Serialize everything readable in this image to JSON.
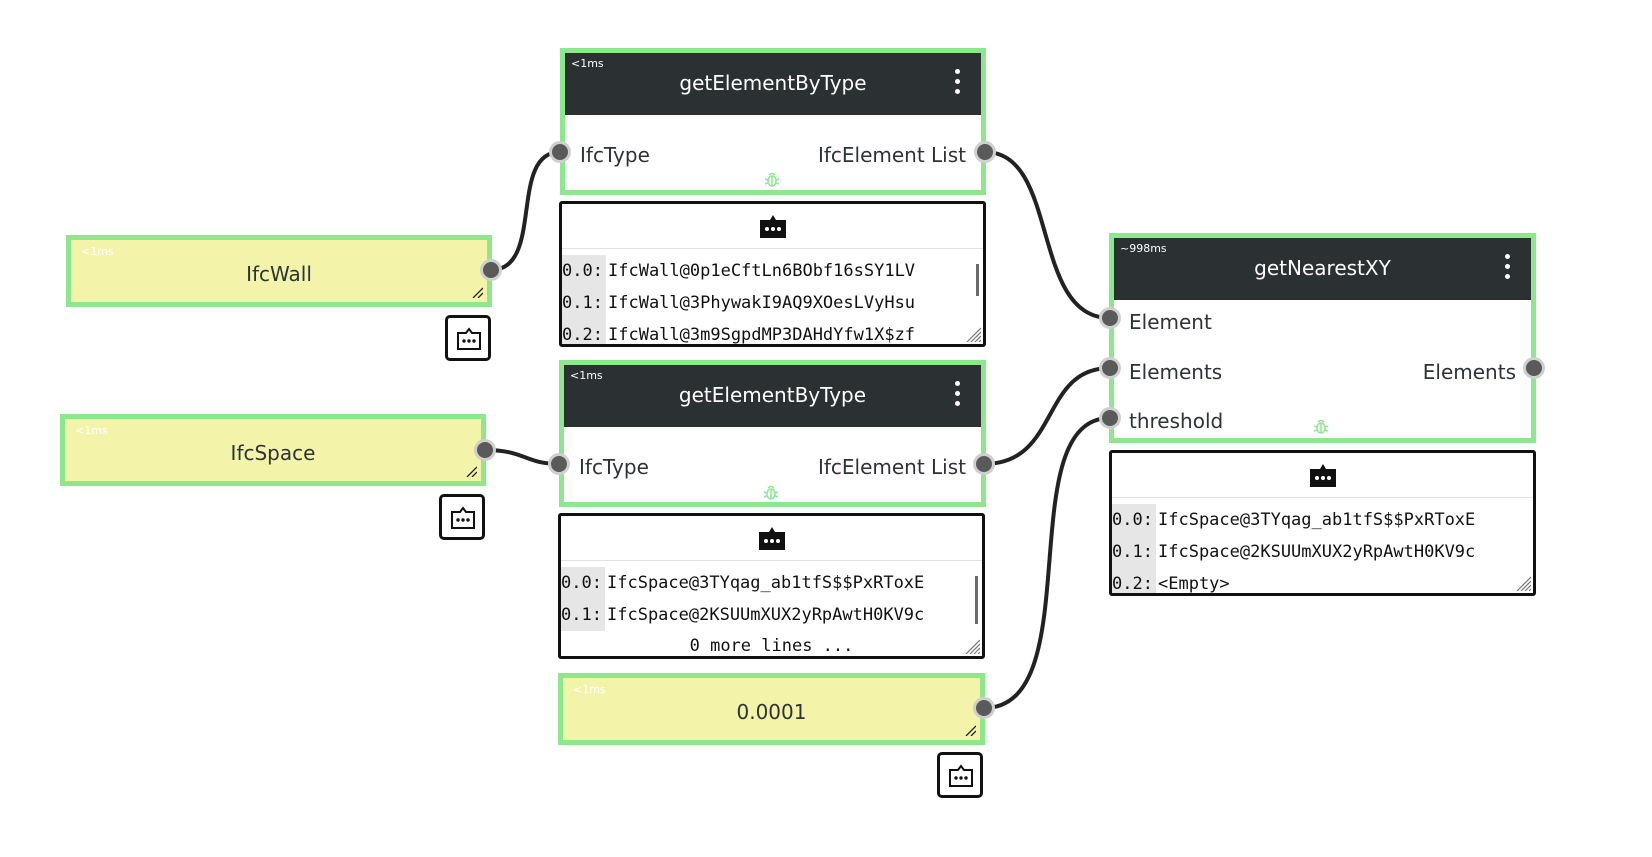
{
  "nodes": {
    "get_walls": {
      "time": "<1ms",
      "title": "getElementByType",
      "input_label": "IfcType",
      "output_label": "IfcElement List"
    },
    "get_spaces": {
      "time": "<1ms",
      "title": "getElementByType",
      "input_label": "IfcType",
      "output_label": "IfcElement List"
    },
    "nearest": {
      "time": "~998ms",
      "title": "getNearestXY",
      "inputs": [
        "Element",
        "Elements",
        "threshold"
      ],
      "output_label": "Elements"
    }
  },
  "inputs": {
    "wall": {
      "time": "<1ms",
      "value": "IfcWall"
    },
    "space": {
      "time": "<1ms",
      "value": "IfcSpace"
    },
    "threshold": {
      "time": "<1ms",
      "value": "0.0001"
    }
  },
  "viewers": {
    "walls": {
      "rows": [
        {
          "idx": "0.0:",
          "text": "IfcWall@0p1eCftLn6BObf16sSY1LV"
        },
        {
          "idx": "0.1:",
          "text": "IfcWall@3PhywakI9AQ9XOesLVyHsu"
        },
        {
          "idx": "0.2:",
          "text": "IfcWall@3m9SgpdMP3DAHdYfw1X$zf"
        }
      ]
    },
    "spaces": {
      "rows": [
        {
          "idx": "0.0:",
          "text": "IfcSpace@3TYqag_ab1tfS$$PxRToxE"
        },
        {
          "idx": "0.1:",
          "text": "IfcSpace@2KSUUmXUX2yRpAwtH0KV9c"
        }
      ],
      "more": "0 more lines ..."
    },
    "nearest": {
      "rows": [
        {
          "idx": "0.0:",
          "text": "IfcSpace@3TYqag_ab1tfS$$PxRToxE"
        },
        {
          "idx": "0.1:",
          "text": "IfcSpace@2KSUUmXUX2yRpAwtH0KV9c"
        },
        {
          "idx": "0.2:",
          "text": "<Empty>"
        }
      ]
    }
  },
  "colors": {
    "node_border": "#8de88d",
    "header_bg": "#2b3132",
    "input_bg": "#f3f3a9",
    "wire": "#222222",
    "port": "#5a5a5a"
  },
  "icons": {
    "menu": "kebab-menu-icon",
    "debug": "bug-icon",
    "viewer": "speech-bubble-ellipsis-icon",
    "resize": "resize-grip-icon"
  }
}
